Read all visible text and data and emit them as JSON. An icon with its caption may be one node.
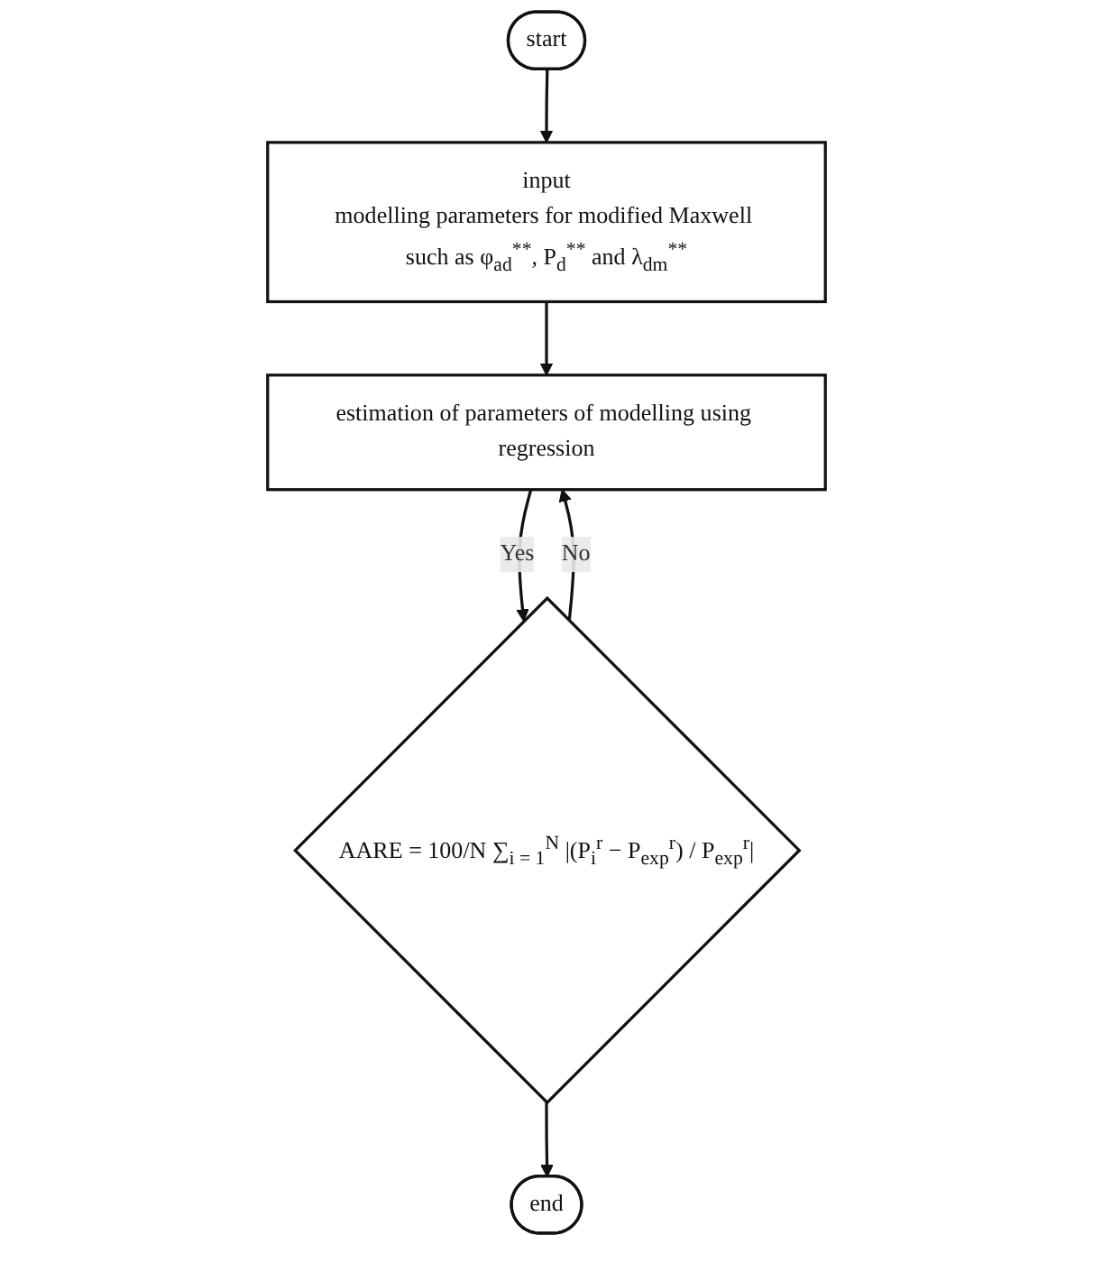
{
  "diagram": {
    "nodes": [
      {
        "text": [
          "start"
        ]
      },
      {
        "text": [
          "input",
          "modelling parameters for modified Maxwell such as φ$_{ad}$$^{**}$, P$_{d}$$^{**}$ and λ$_{dm}$$^{**}$"
        ]
      },
      {
        "text": [
          "estimation of parameters of modelling using regression"
        ]
      },
      {
        "text": [
          "AARE = 100/N ∑$_{i = 1}$$^{N}$ |(P$_{i}$$^{r}$ − P$_{exp}$$^{r}$) / P$_{exp}$$^{r}$|"
        ]
      },
      {
        "text": [
          "end"
        ]
      }
    ],
    "edges": [
      {
        "from": 0,
        "to": 1,
        "arrow": "to"
      },
      {
        "from": 1,
        "to": 2,
        "arrow": "to"
      },
      {
        "from": 2,
        "to": 3,
        "arrow": "to",
        "label": "Yes"
      },
      {
        "from": 3,
        "to": 2,
        "arrow": "to",
        "label": "No"
      },
      {
        "from": 3,
        "to": 4,
        "arrow": "to"
      }
    ]
  }
}
